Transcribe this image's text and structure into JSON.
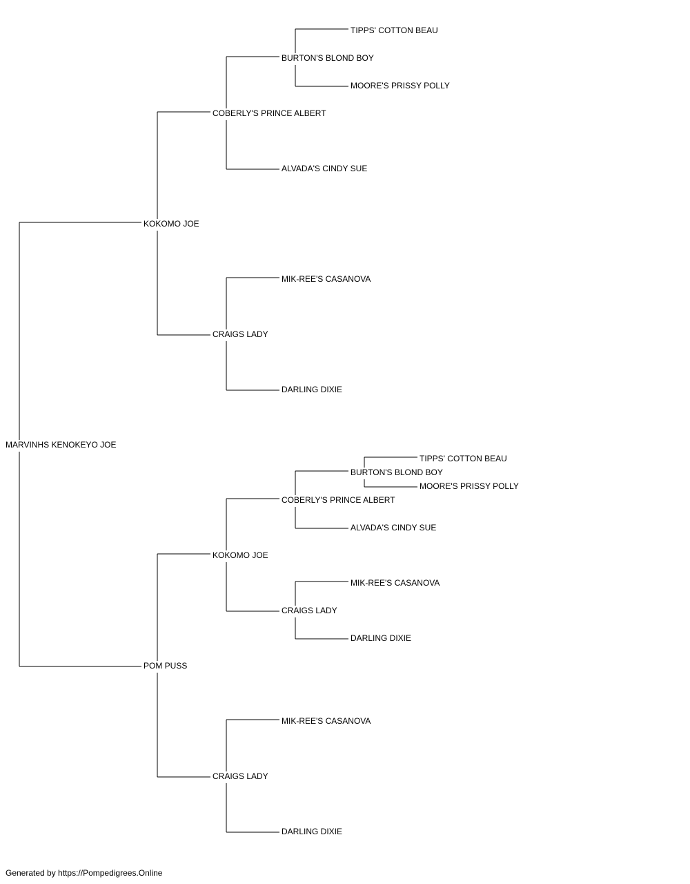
{
  "pedigree": {
    "subject": "MARVINHS KENOKEYO JOE",
    "sire": {
      "name": "KOKOMO JOE",
      "sire": {
        "name": "COBERLY'S PRINCE ALBERT",
        "sire": {
          "name": "BURTON'S BLOND BOY",
          "sire": "TIPPS' COTTON BEAU",
          "dam": "MOORE'S PRISSY POLLY"
        },
        "dam": "ALVADA'S CINDY SUE"
      },
      "dam": {
        "name": "CRAIGS LADY",
        "sire": "MIK-REE'S CASANOVA",
        "dam": "DARLING DIXIE"
      }
    },
    "dam": {
      "name": "POM PUSS",
      "sire": {
        "name": "KOKOMO JOE",
        "sire": {
          "name": "COBERLY'S PRINCE ALBERT",
          "sire": {
            "name": "BURTON'S BLOND BOY",
            "sire": "TIPPS' COTTON BEAU",
            "dam": "MOORE'S PRISSY POLLY"
          },
          "dam": "ALVADA'S CINDY SUE"
        },
        "dam": {
          "name": "CRAIGS LADY",
          "sire": "MIK-REE'S CASANOVA",
          "dam": "DARLING DIXIE"
        }
      },
      "dam": {
        "name": "CRAIGS LADY",
        "sire": "MIK-REE'S CASANOVA",
        "dam": "DARLING DIXIE"
      }
    }
  },
  "footer": "Generated by https://Pompedigrees.Online"
}
